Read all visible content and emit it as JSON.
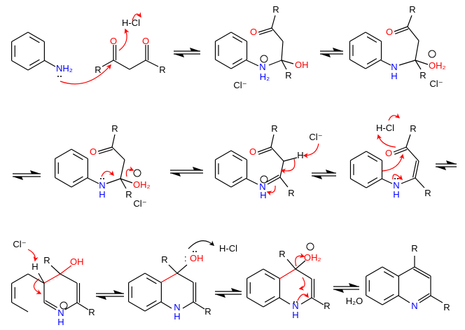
{
  "title": "Combes quinoline synthesis mechanism",
  "colors": {
    "bond": "#000000",
    "oxygen": "#ff0000",
    "nitrogen": "#0000ff",
    "arrow": "#ff0000"
  },
  "s1": {
    "amine": "NH₂",
    "o1": "O",
    "o2": "O",
    "r1": "R",
    "r2": "R",
    "acid": "H-Cl"
  },
  "s2": {
    "n": "N",
    "h2": "H₂",
    "oh": "OH",
    "o": "O",
    "r_top": "R",
    "r_low": "R",
    "counterion": "Cl⁻"
  },
  "s3": {
    "n": "N",
    "h": "H",
    "oh2": "OH₂",
    "o": "O",
    "r_top": "R",
    "r_low": "R",
    "counterion": "Cl⁻"
  },
  "s4": {
    "n": "N",
    "h": "H",
    "oh2": "OH₂",
    "o": "O",
    "r_top": "R",
    "r_low": "R",
    "counterion": "Cl⁻"
  },
  "s5": {
    "n": "N",
    "h": "H",
    "h_alpha": "H",
    "o": "O",
    "r_top": "R",
    "r_low": "R",
    "counterion": "Cl⁻"
  },
  "s6": {
    "n": "N",
    "h": "H",
    "o": "O",
    "r_top": "R",
    "r_low": "R",
    "acid": "H-Cl"
  },
  "s7": {
    "n": "N",
    "h": "H",
    "h_ring": "H",
    "oh": "OH",
    "r4": "R",
    "r2": "R",
    "counterion": "Cl⁻"
  },
  "s8": {
    "n": "N",
    "h": "H",
    "oh": "OH",
    "lone_pair": ":",
    "r4": "R",
    "r2": "R",
    "acid": "H-Cl"
  },
  "s9": {
    "n": "N",
    "h": "H",
    "oh2": "OH₂",
    "r4": "R",
    "r2": "R"
  },
  "s10": {
    "n": "N",
    "r4": "R",
    "r2": "R"
  },
  "byproduct": "H₂O"
}
